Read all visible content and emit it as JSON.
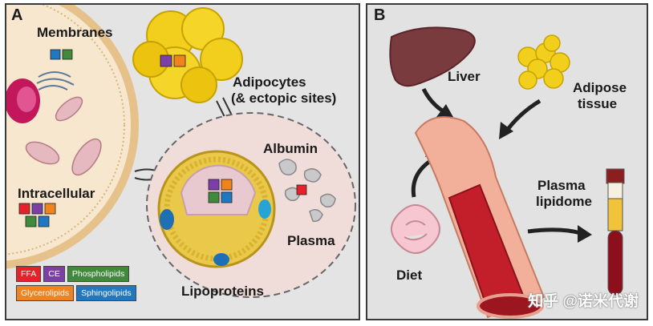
{
  "panel_a": {
    "letter": "A",
    "labels": {
      "membranes": "Membranes",
      "adipocytes_line1": "Adipocytes",
      "adipocytes_line2": "(& ectopic sites)",
      "albumin": "Albumin",
      "intracellular": "Intracellular",
      "plasma": "Plasma",
      "lipoproteins": "Lipoproteins"
    },
    "legend": [
      {
        "label": "FFA",
        "color": "#e8202a"
      },
      {
        "label": "CE",
        "color": "#7b3fa6"
      },
      {
        "label": "Phospholipids",
        "color": "#3f8a3b"
      },
      {
        "label": "Glycerolipids",
        "color": "#f0831e"
      },
      {
        "label": "Sphingolipids",
        "color": "#1f78c1"
      }
    ]
  },
  "panel_b": {
    "letter": "B",
    "labels": {
      "liver": "Liver",
      "adipose_line1": "Adipose",
      "adipose_line2": "tissue",
      "plasma_line1": "Plasma",
      "plasma_line2": "lipidome",
      "diet": "Diet"
    }
  },
  "watermark": "知乎 @诺米代谢"
}
